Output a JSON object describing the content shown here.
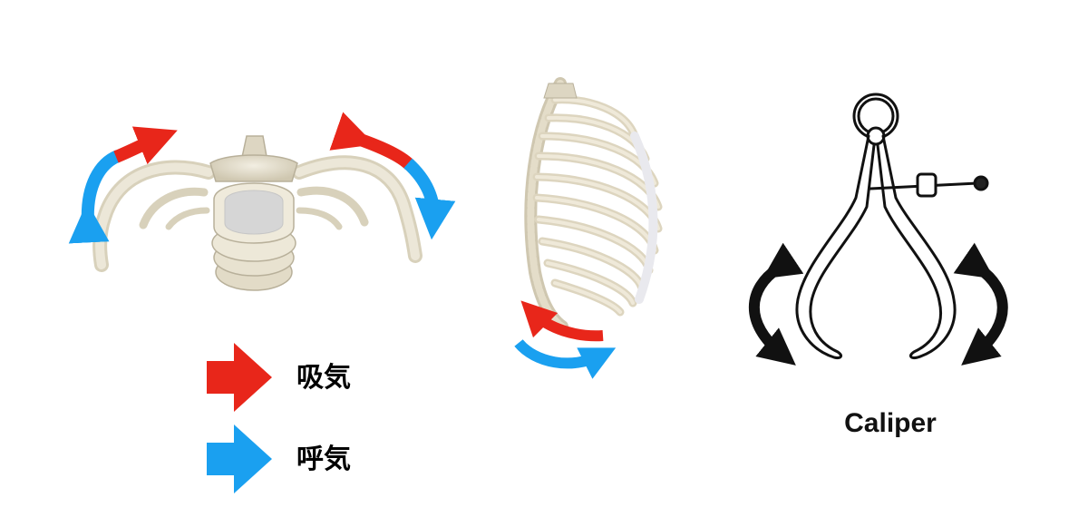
{
  "colors": {
    "inhale": "#e8261a",
    "exhale": "#1aa0f0",
    "bone": "#e6e0cd",
    "bone_shadow": "#b8b09a",
    "disc": "#d4d4d4",
    "ink": "#111111"
  },
  "legend": {
    "inhale_label": "吸気",
    "exhale_label": "呼気"
  },
  "caliper": {
    "caption": "Caliper"
  },
  "icons": [
    "vertebra-rib-illustration",
    "ribcage-side-illustration",
    "caliper-illustration",
    "inhale-arrow-icon",
    "exhale-arrow-icon",
    "black-curved-arrow-icon"
  ]
}
